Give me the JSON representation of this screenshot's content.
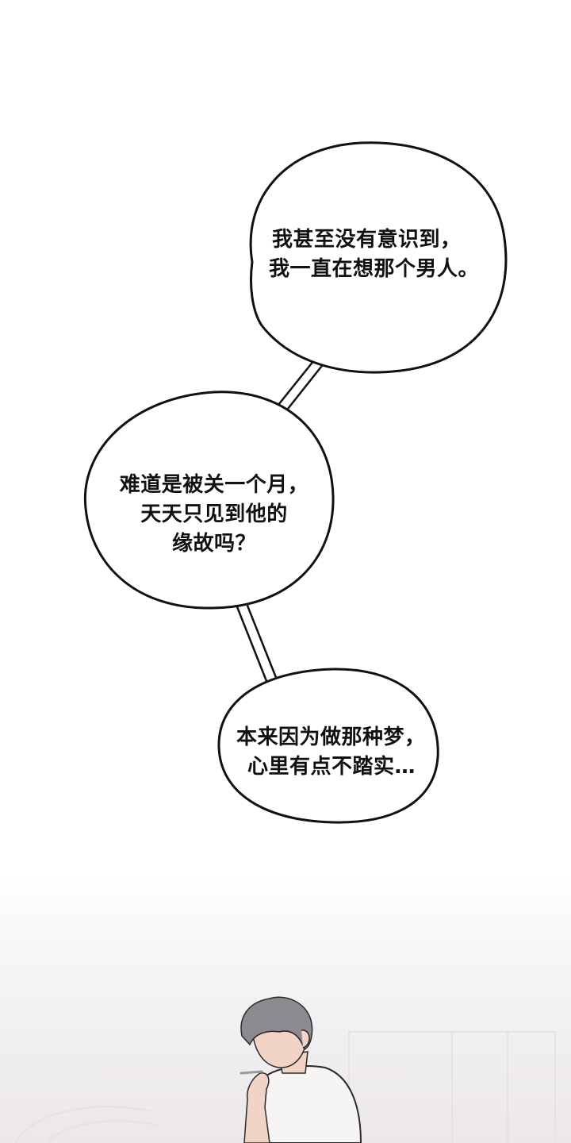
{
  "bubbles": [
    {
      "lines": [
        "我甚至没有意识到，",
        "我一直在想那个男人。"
      ]
    },
    {
      "lines": [
        "难道是被关一个月，",
        "天天只见到他的",
        "缘故吗？"
      ]
    },
    {
      "lines": [
        "本来因为做那种梦，",
        "心里有点不踏实…"
      ]
    }
  ],
  "colors": {
    "outline": "#111111",
    "bubble_fill": "#ffffff",
    "background": "#ffffff",
    "shirt": "#f7f4f4",
    "hair": "#8c8a8e",
    "skin": "#f2d4c6"
  },
  "icons": [
    "speech-bubble",
    "character-figure"
  ]
}
